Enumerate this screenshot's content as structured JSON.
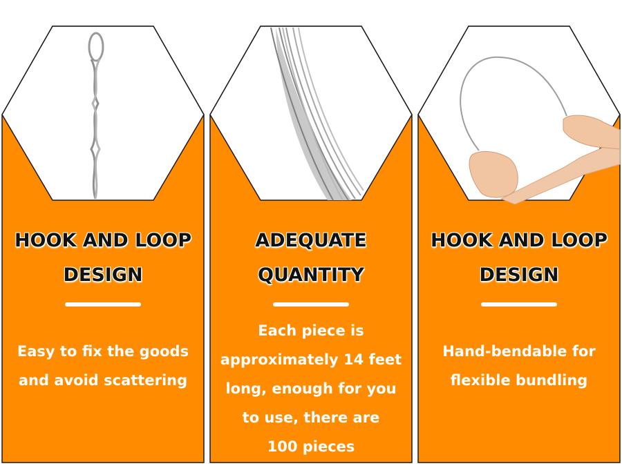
{
  "panels": [
    {
      "heading_lines": [
        "HOOK AND LOOP",
        "DESIGN"
      ],
      "description_lines": [
        "Easy to fix the goods",
        "and avoid scattering"
      ],
      "image": "twisted-wire-loop-icon"
    },
    {
      "heading_lines": [
        "ADEQUATE",
        "QUANTITY"
      ],
      "description_lines": [
        "Each piece is",
        "approximately 14 feet",
        "long, enough for you",
        "to use, there are",
        "100 pieces"
      ],
      "image": "wire-coil-icon"
    },
    {
      "heading_lines": [
        "HOOK AND LOOP",
        "DESIGN"
      ],
      "description_lines": [
        "Hand-bendable for",
        "flexible bundling"
      ],
      "image": "hands-bending-wire-icon"
    }
  ],
  "colors": {
    "panel_orange": "#FF8C00",
    "border": "#1a1a1a",
    "heading_text": "#111111",
    "body_text": "#ffffff"
  }
}
